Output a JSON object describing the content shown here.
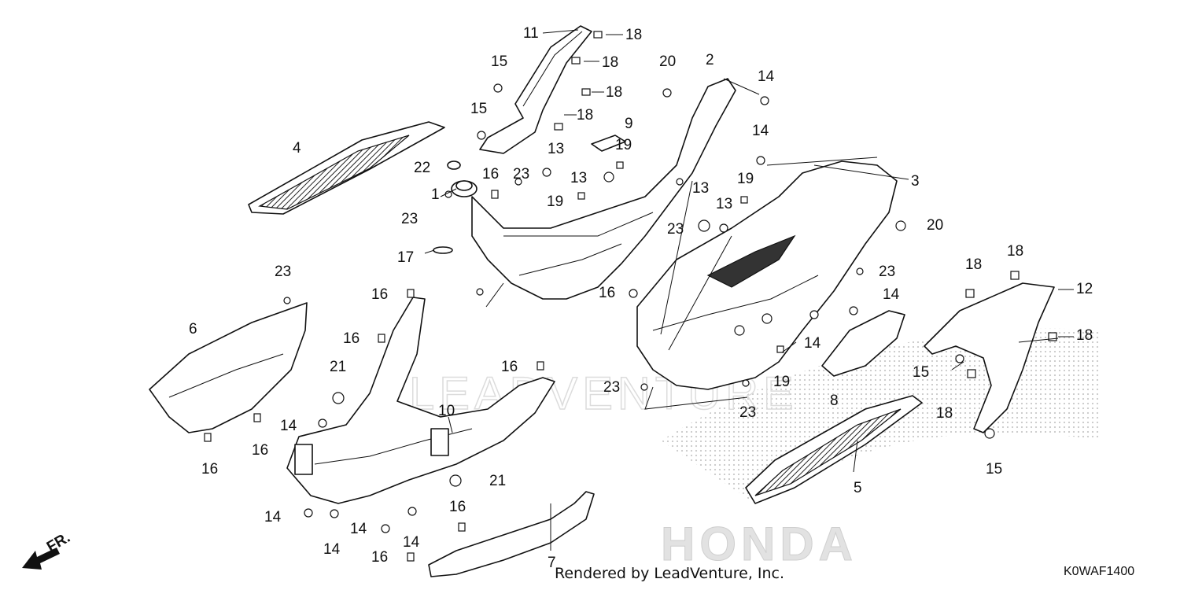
{
  "diagram": {
    "callouts": [
      {
        "id": "c11",
        "text": "11"
      },
      {
        "id": "c18a",
        "text": "18"
      },
      {
        "id": "c18b",
        "text": "18"
      },
      {
        "id": "c18c",
        "text": "18"
      },
      {
        "id": "c18d",
        "text": "18"
      },
      {
        "id": "c15a",
        "text": "15"
      },
      {
        "id": "c15b",
        "text": "15"
      },
      {
        "id": "c20a",
        "text": "20"
      },
      {
        "id": "c2",
        "text": "2"
      },
      {
        "id": "c14a",
        "text": "14"
      },
      {
        "id": "c9",
        "text": "9"
      },
      {
        "id": "c4",
        "text": "4"
      },
      {
        "id": "c13a",
        "text": "13"
      },
      {
        "id": "c19a",
        "text": "19"
      },
      {
        "id": "c14b",
        "text": "14"
      },
      {
        "id": "c22",
        "text": "22"
      },
      {
        "id": "c16a",
        "text": "16"
      },
      {
        "id": "c23a",
        "text": "23"
      },
      {
        "id": "c13b",
        "text": "13"
      },
      {
        "id": "c1",
        "text": "1"
      },
      {
        "id": "c19b",
        "text": "19"
      },
      {
        "id": "c13c",
        "text": "13"
      },
      {
        "id": "c19c",
        "text": "19"
      },
      {
        "id": "c3",
        "text": "3"
      },
      {
        "id": "c13d",
        "text": "13"
      },
      {
        "id": "c23b",
        "text": "23"
      },
      {
        "id": "c23c",
        "text": "23"
      },
      {
        "id": "c20b",
        "text": "20"
      },
      {
        "id": "c17",
        "text": "17"
      },
      {
        "id": "c18e",
        "text": "18"
      },
      {
        "id": "c18f",
        "text": "18"
      },
      {
        "id": "c23d",
        "text": "23"
      },
      {
        "id": "c12",
        "text": "12"
      },
      {
        "id": "c23e",
        "text": "23"
      },
      {
        "id": "c16b",
        "text": "16"
      },
      {
        "id": "c16c",
        "text": "16"
      },
      {
        "id": "c14c",
        "text": "14"
      },
      {
        "id": "c6",
        "text": "6"
      },
      {
        "id": "c16d",
        "text": "16"
      },
      {
        "id": "c18g",
        "text": "18"
      },
      {
        "id": "c14d",
        "text": "14"
      },
      {
        "id": "c15c",
        "text": "15"
      },
      {
        "id": "c16e",
        "text": "16"
      },
      {
        "id": "c21a",
        "text": "21"
      },
      {
        "id": "c19d",
        "text": "19"
      },
      {
        "id": "c8",
        "text": "8"
      },
      {
        "id": "c18h",
        "text": "18"
      },
      {
        "id": "c23f",
        "text": "23"
      },
      {
        "id": "c23g",
        "text": "23"
      },
      {
        "id": "c10",
        "text": "10"
      },
      {
        "id": "c14e",
        "text": "14"
      },
      {
        "id": "c16f",
        "text": "16"
      },
      {
        "id": "c16g",
        "text": "16"
      },
      {
        "id": "c15d",
        "text": "15"
      },
      {
        "id": "c5",
        "text": "5"
      },
      {
        "id": "c21b",
        "text": "21"
      },
      {
        "id": "c16h",
        "text": "16"
      },
      {
        "id": "c14f",
        "text": "14"
      },
      {
        "id": "c14g",
        "text": "14"
      },
      {
        "id": "c14h",
        "text": "14"
      },
      {
        "id": "c14i",
        "text": "14"
      },
      {
        "id": "c16i",
        "text": "16"
      },
      {
        "id": "c7",
        "text": "7"
      }
    ],
    "front_arrow_label": "FR.",
    "watermark_brand": "HONDA",
    "watermark_dealer": "LEADVENTURE",
    "footer_credit": "Rendered by LeadVenture, Inc.",
    "diagram_code": "K0WAF1400",
    "colors": {
      "line": "#111111",
      "watermark": "#cfcfcf",
      "background": "#ffffff"
    }
  }
}
